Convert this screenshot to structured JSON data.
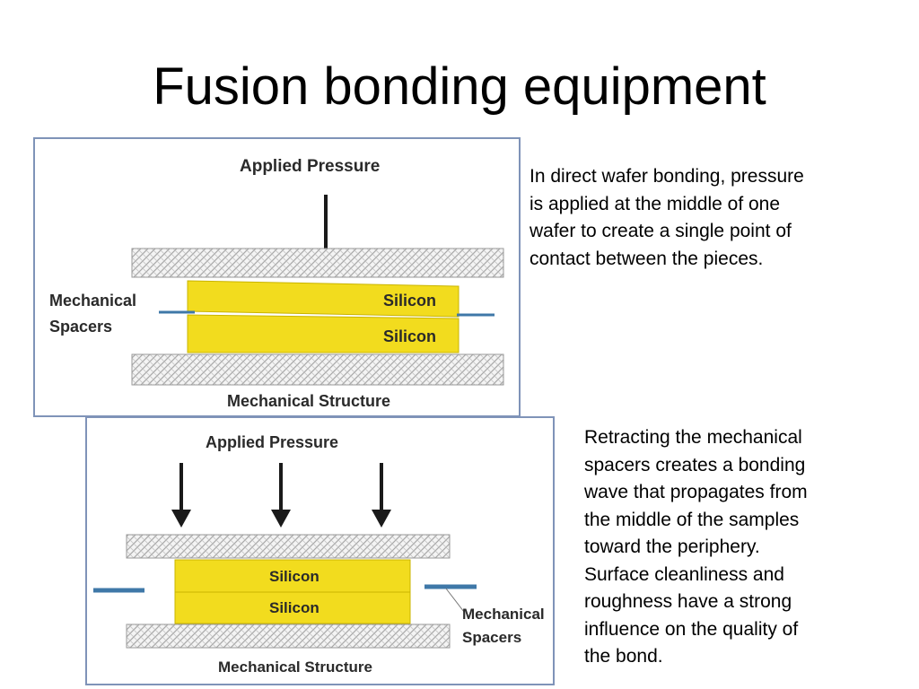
{
  "slide": {
    "title": "Fusion bonding equipment"
  },
  "figure1": {
    "applied_pressure": "Applied Pressure",
    "silicon_top": "Silicon",
    "silicon_bottom": "Silicon",
    "spacers_line1": "Mechanical",
    "spacers_line2": "Spacers",
    "structure": "Mechanical Structure"
  },
  "figure2": {
    "applied_pressure": "Applied Pressure",
    "silicon_top": "Silicon",
    "silicon_bottom": "Silicon",
    "spacers_line1": "Mechanical",
    "spacers_line2": "Spacers",
    "structure": "Mechanical Structure"
  },
  "paragraphs": {
    "first": " In direct wafer bonding, pressure\nis applied at the middle of one\nwafer to create a single point of\ncontact between the pieces.",
    "second": " Retracting the mechanical\nspacers creates a bonding\nwave that propagates from\nthe middle of the samples\ntoward the periphery.\nSurface cleanliness and\nroughness have a strong\ninfluence on the quality of\nthe bond."
  },
  "colors": {
    "silicon": "#f2dc1e",
    "silicon_border": "#c9b400",
    "spacer": "#3f78a8",
    "frame_border": "#7f93b8",
    "hatch": "#b0b0b0"
  }
}
